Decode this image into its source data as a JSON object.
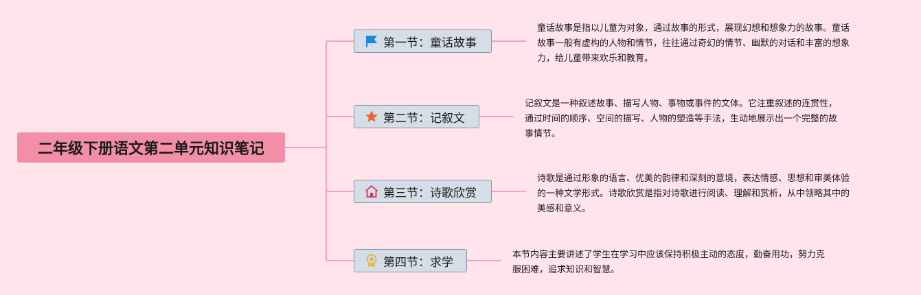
{
  "root": {
    "title": "二年级下册语文第二单元知识笔记"
  },
  "colors": {
    "background": "#ffe4ec",
    "root": "#f28fa7",
    "line": "#f4a3b8",
    "node_fill": "#d5dde6",
    "node_border": "#7f95a7"
  },
  "sections": [
    {
      "label": "第一节：童话故事",
      "icon": "blue-flag-icon",
      "lines": [
        "童话故事是指以儿童为对象，通过故事的形式，展现幻想和想象力的故事。童话",
        "故事一般有虚构的人物和情节，往往通过奇幻的情节、幽默的对话和丰富的想象",
        "力，给儿童带来欢乐和教育。"
      ]
    },
    {
      "label": "第二节：记叙文",
      "icon": "orange-star-icon",
      "lines": [
        "记叙文是一种叙述故事、描写人物、事物或事件的文体。它注重叙述的连贯性，",
        "通过时间的顺序、空间的描写、人物的塑造等手法，生动地展示出一个完整的故",
        "事情节。"
      ]
    },
    {
      "label": "第三节：诗歌欣赏",
      "icon": "house-icon",
      "lines": [
        "诗歌是通过形象的语言、优美的韵律和深刻的意境，表达情感、思想和审美体验",
        "的一种文学形式。诗歌欣赏是指对诗歌进行阅读、理解和赏析，从中领略其中的",
        "美感和意义。"
      ]
    },
    {
      "label": "第四节：求学",
      "icon": "medal-icon",
      "lines": [
        "本节内容主要讲述了学生在学习中应该保持积极主动的态度，勤奋用功，努力克",
        "服困难，追求知识和智慧。"
      ]
    }
  ]
}
